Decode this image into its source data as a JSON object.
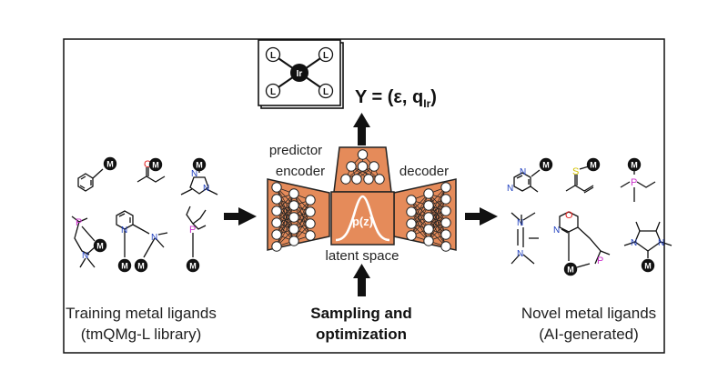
{
  "ir_complex": {
    "metal": "Ir",
    "ligand": "L"
  },
  "property_formula": "Y = (ε, q",
  "property_subscript": "Ir",
  "property_close": ")",
  "labels": {
    "predictor": "predictor",
    "encoder": "encoder",
    "decoder": "decoder",
    "latent_dist": "p(z)",
    "latent_space": "latent space"
  },
  "metal_marker": "M",
  "captions": {
    "left_line1": "Training metal ligands",
    "left_line2": "(tmQMg-L library)",
    "center_line1": "Sampling and",
    "center_line2": "optimization",
    "right_line1": "Novel metal ligands",
    "right_line2": "(AI-generated)"
  },
  "colors": {
    "network_fill": "#e58b5a",
    "network_stroke": "#222222",
    "phosphorus": "#cc33cc",
    "nitrogen": "#1f3fbf",
    "oxygen": "#e02020",
    "sulfur": "#d4c200"
  }
}
